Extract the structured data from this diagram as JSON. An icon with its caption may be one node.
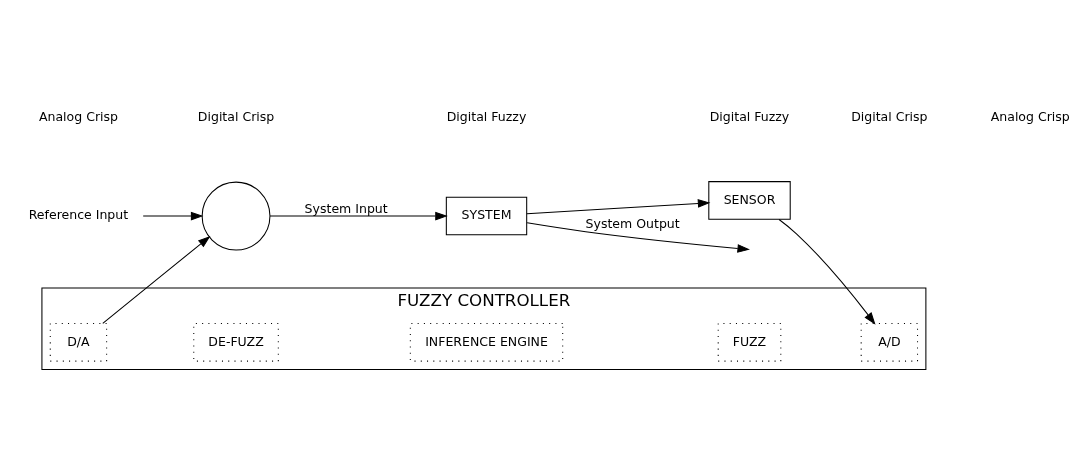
{
  "diagram": {
    "nodes": [
      {
        "text": [
          "Reference Input"
        ]
      },
      {
        "text": [],
        "shape": "circle"
      },
      {
        "text": [
          "SYSTEM"
        ]
      },
      {
        "text": [
          "SENSOR"
        ]
      },
      {
        "text": [
          "FUZZY CONTROLLER"
        ]
      },
      {
        "text": [
          "D/A"
        ],
        "in": 4
      },
      {
        "text": [
          "DE-FUZZ"
        ],
        "in": 4
      },
      {
        "text": [
          "INFERENCE ENGINE"
        ],
        "in": 4
      },
      {
        "text": [
          "FUZZ"
        ],
        "in": 4
      },
      {
        "text": [
          "A/D"
        ],
        "in": 4
      }
    ],
    "edges": [
      {
        "from": 0,
        "to": 1,
        "arrow": "to"
      },
      {
        "from": 1,
        "to": 2,
        "arrow": "to",
        "label": "System Input"
      },
      {
        "from": 2,
        "to": null,
        "arrow": "to",
        "label": "System Output"
      },
      {
        "from": 2,
        "to": 3,
        "arrow": "to"
      },
      {
        "from": 3,
        "to": 9,
        "arrow": "to"
      },
      {
        "from": 5,
        "to": 1,
        "arrow": "to"
      }
    ],
    "labels": [
      "Analog Crisp",
      "Digital Crisp",
      "Digital Fuzzy",
      "Digital Fuzzy",
      "Digital Crisp",
      "Analog Crisp"
    ]
  }
}
